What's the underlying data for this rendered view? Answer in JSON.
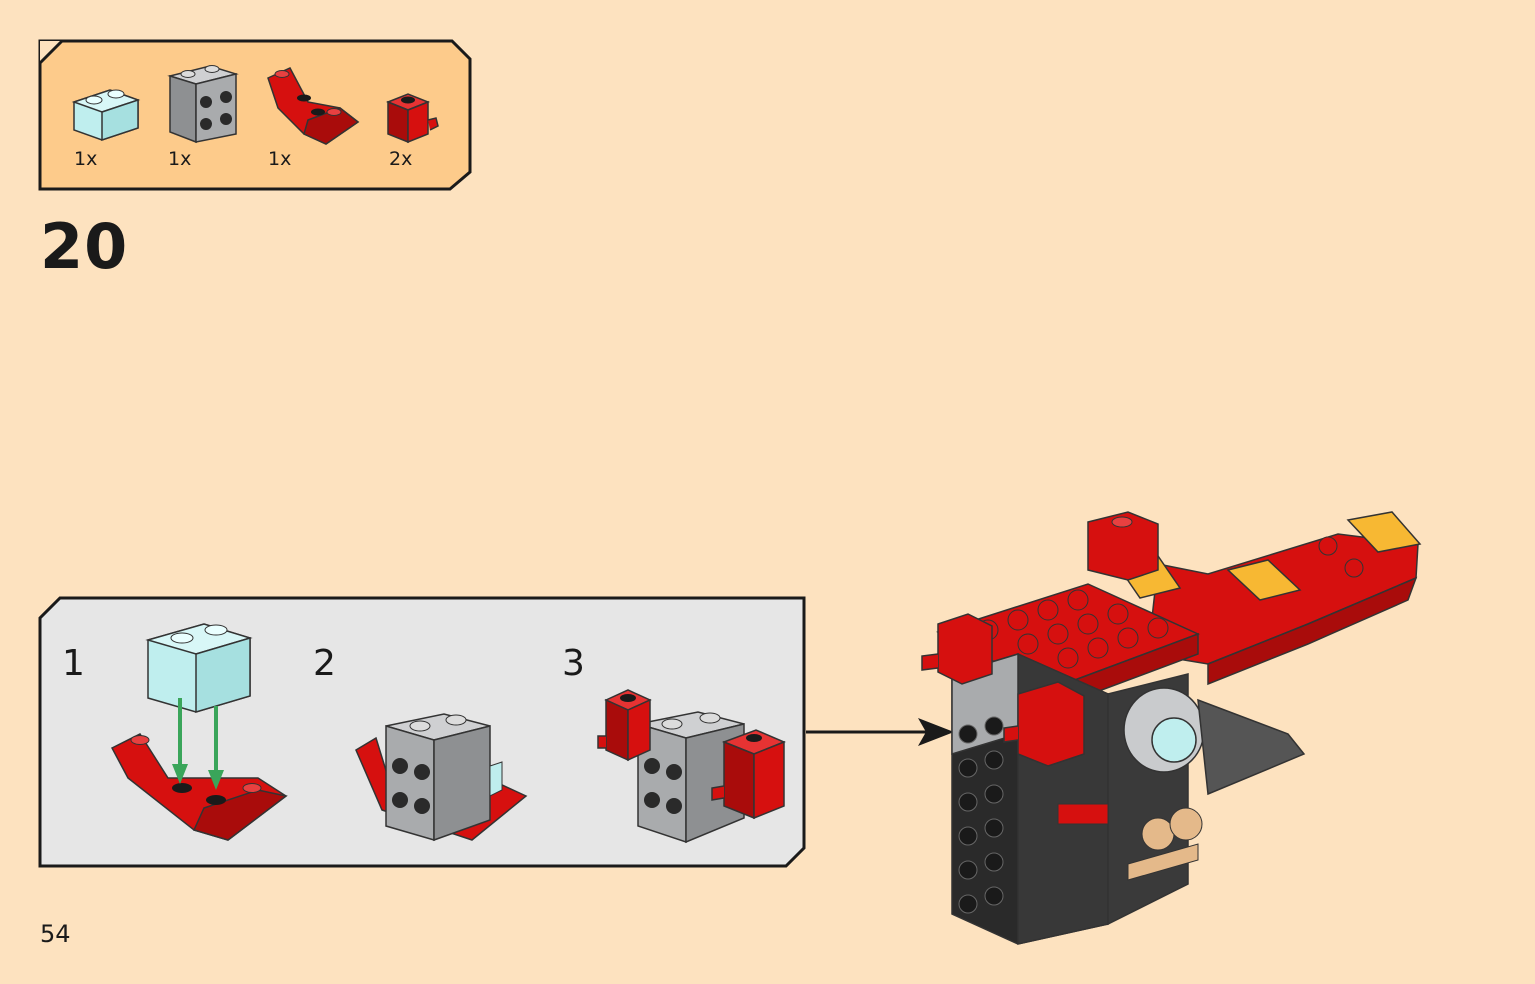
{
  "step_number": "20",
  "page_number": "54",
  "parts_list": [
    {
      "qty": "1x",
      "color": "#bfeeee",
      "shape": "transparent-brick-1x2"
    },
    {
      "qty": "1x",
      "color": "#a9abad",
      "shape": "bracket-2x2"
    },
    {
      "qty": "1x",
      "color": "#d6100f",
      "shape": "inverted-slope"
    },
    {
      "qty": "2x",
      "color": "#d6100f",
      "shape": "brick-with-clip"
    }
  ],
  "sub_steps": [
    {
      "label": "1"
    },
    {
      "label": "2"
    },
    {
      "label": "3"
    }
  ],
  "colors": {
    "background": "#fde2bf",
    "parts_panel": "#fdcb8b",
    "substep_panel": "#e6e6e6",
    "lego_red": "#d6100f",
    "lego_gray": "#a9abad",
    "lego_black": "#2a2a2a",
    "lego_yellow": "#f7b833",
    "trans_clear": "#bfeeee",
    "arrow_green": "#3aa55a"
  }
}
